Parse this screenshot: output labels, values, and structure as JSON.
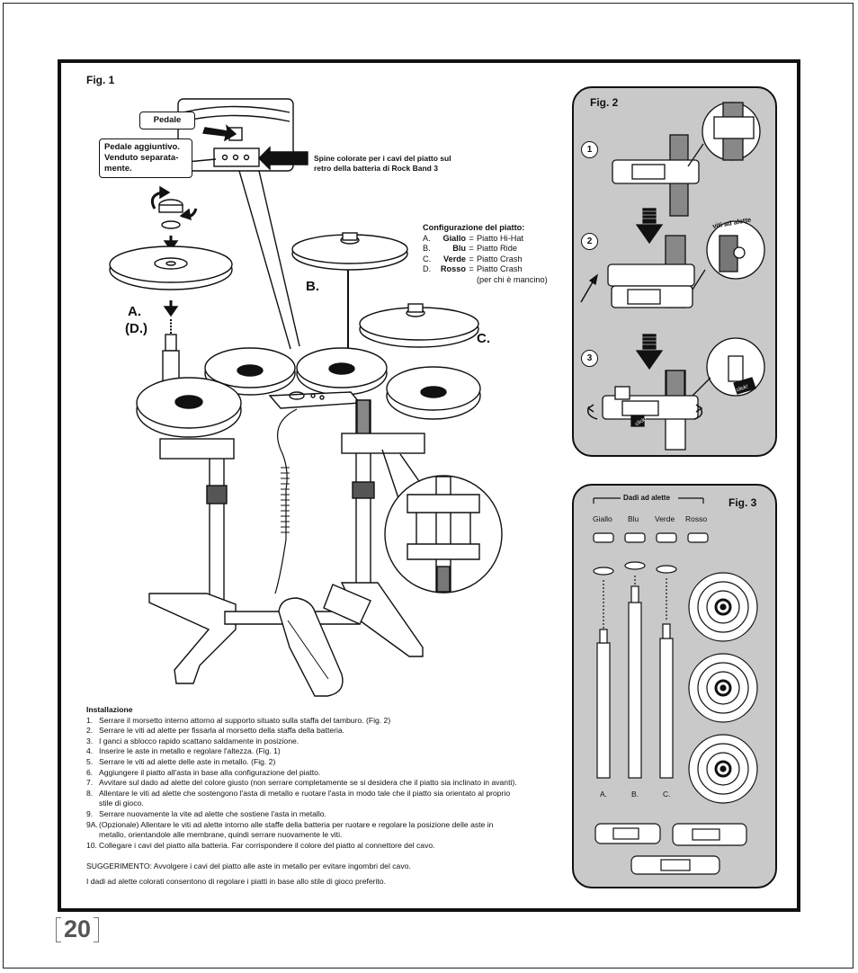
{
  "fig1": {
    "label": "Fig. 1",
    "callout_pedal": "Pedale",
    "callout_extra_pedal": [
      "Pedale aggiuntivo.",
      "Venduto separata-",
      "mente."
    ],
    "plugs_note": [
      "Spine colorate per i cavi del piatto sul",
      "retro della batteria di Rock Band 3"
    ],
    "marker_a": "A.",
    "marker_d": "(D.)",
    "marker_b": "B.",
    "marker_c": "C.",
    "config": {
      "title": "Configurazione del piatto:",
      "rows": [
        {
          "key": "A.",
          "color": "Giallo",
          "eq": "=",
          "value": "Piatto Hi-Hat"
        },
        {
          "key": "B.",
          "color": "Blu",
          "eq": "=",
          "value": "Piatto Ride"
        },
        {
          "key": "C.",
          "color": "Verde",
          "eq": "=",
          "value": "Piatto Crash"
        },
        {
          "key": "D.",
          "color": "Rosso",
          "eq": "=",
          "value": "Piatto Crash"
        }
      ],
      "note": "(per chi è mancino)"
    }
  },
  "install": {
    "title": "Installazione",
    "steps": [
      {
        "n": "1.",
        "t": "Serrare il morsetto interno attorno al supporto situato sulla staffa del tamburo. (Fig. 2)"
      },
      {
        "n": "2.",
        "t": "Serrare le viti ad alette per fissarla al morsetto della staffa della batteria."
      },
      {
        "n": "3.",
        "t": "I ganci a sblocco rapido scattano saldamente in posizione."
      },
      {
        "n": "4.",
        "t": "Inserire le aste in metallo e regolare l'altezza. (Fig. 1)"
      },
      {
        "n": "5.",
        "t": "Serrare le viti ad alette delle aste in metallo. (Fig. 2)"
      },
      {
        "n": "6.",
        "t": "Aggiungere il piatto all'asta in base alla configurazione del piatto."
      },
      {
        "n": "7.",
        "t": "Avvitare sul dado ad alette del colore giusto (non serrare completamente se si desidera che il piatto sia inclinato in avanti)."
      },
      {
        "n": "8.",
        "t": "Allentare le viti ad alette che sostengono l'asta di metallo e ruotare l'asta in modo tale che il piatto sia orientato al proprio",
        "t2": "stile di gioco."
      },
      {
        "n": "9.",
        "t": "Serrare nuovamente la vite ad alette che sostiene l'asta in metallo."
      },
      {
        "n": "9A.",
        "t": "(Opzionale) Allentare le viti ad alette intorno alle staffe della batteria per ruotare e regolare la posizione delle aste in",
        "t2": "metallo, orientandole alle membrane, quindi serrare nuovamente le viti."
      },
      {
        "n": "10.",
        "t": "Collegare i cavi del piatto alla batteria. Far corrispondere il colore del piatto al connettore del cavo."
      }
    ],
    "tip": "SUGGERIMENTO: Avvolgere i cavi del piatto alle aste in metallo per evitare ingombri del cavo.",
    "footer": "I dadi ad alette colorati consentono di regolare i piatti in base allo stile di gioco preferito."
  },
  "fig2": {
    "label": "Fig. 2",
    "steps": [
      "1",
      "2",
      "3"
    ],
    "wing_screws": "viti ad alette",
    "click": "click!"
  },
  "fig3": {
    "label": "Fig. 3",
    "nuts_title": "Dadi ad alette",
    "colors": [
      "Giallo",
      "Blu",
      "Verde",
      "Rosso"
    ],
    "rods": [
      "A.",
      "B.",
      "C."
    ]
  },
  "page_number": "20"
}
